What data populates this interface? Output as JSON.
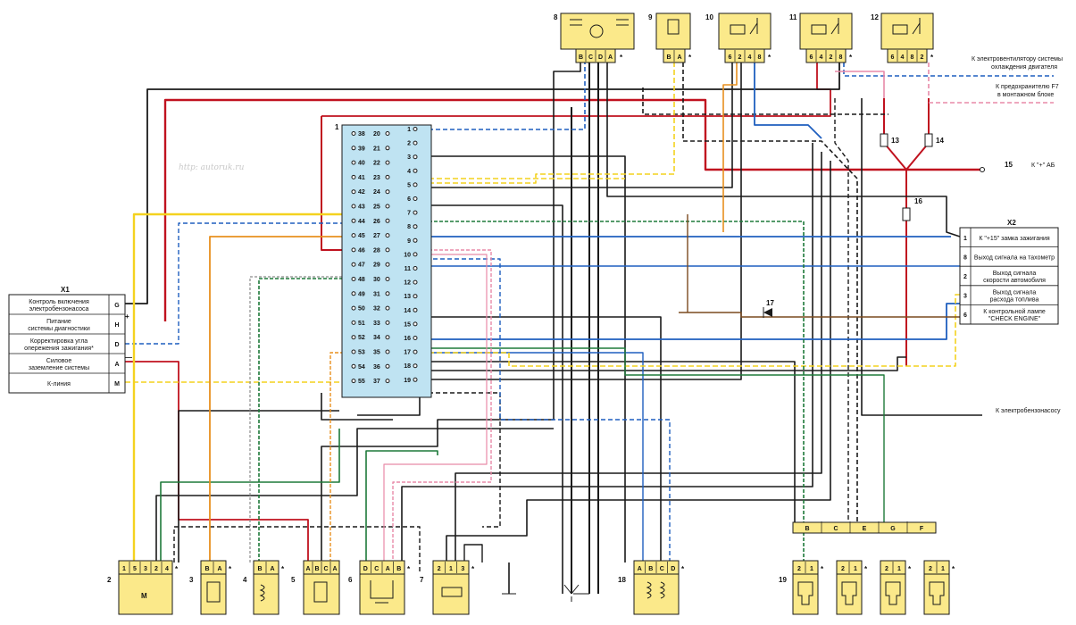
{
  "watermark": "http: autoruk.ru",
  "components": {
    "c1": "1",
    "c2": "2",
    "c3": "3",
    "c4": "4",
    "c5": "5",
    "c6": "6",
    "c7": "7",
    "c8": "8",
    "c9": "9",
    "c10": "10",
    "c11": "11",
    "c12": "12",
    "c13": "13",
    "c14": "14",
    "c15": "15",
    "c16": "16",
    "c17": "17",
    "c18": "18",
    "c19": "19"
  },
  "motor_label": "M",
  "asterisk": "*",
  "plus": "+",
  "minus": "—",
  "right_labels": {
    "fan": [
      "К электровентилятору системы",
      "охлаждения двигателя"
    ],
    "fuse": [
      "К предохранителю F7",
      "в монтажном блоке"
    ],
    "battery": "К \"+\" АБ",
    "fuel_pump": "К электробензонасосу"
  },
  "x1": {
    "title": "X1",
    "rows": [
      {
        "text": [
          "Контроль включения",
          "электробензонасоса"
        ],
        "pin": "G"
      },
      {
        "text": [
          "Питание",
          "системы диагностики"
        ],
        "pin": "H"
      },
      {
        "text": [
          "Корректировка угла",
          "опережения зажигания*"
        ],
        "pin": "D"
      },
      {
        "text": [
          "Силовое",
          "заземление системы"
        ],
        "pin": "A"
      },
      {
        "text": [
          "К-линия"
        ],
        "pin": "M"
      }
    ]
  },
  "x2": {
    "title": "X2",
    "rows": [
      {
        "pin": "1",
        "text": [
          "К \"+15\" замка зажигания"
        ]
      },
      {
        "pin": "8",
        "text": [
          "Выход сигнала на тахометр"
        ]
      },
      {
        "pin": "2",
        "text": [
          "Выход сигнала",
          "скорости автомобиля"
        ]
      },
      {
        "pin": "3",
        "text": [
          "Выход сигнала",
          "расхода топлива"
        ]
      },
      {
        "pin": "6",
        "text": [
          "К контрольной лампе",
          "\"CHECK ENGINE\""
        ]
      }
    ]
  },
  "ecu_pins": {
    "left": [
      "38",
      "39",
      "40",
      "41",
      "42",
      "43",
      "44",
      "45",
      "46",
      "47",
      "48",
      "49",
      "50",
      "51",
      "52",
      "53",
      "54",
      "55"
    ],
    "middle": [
      "20",
      "21",
      "22",
      "23",
      "24",
      "25",
      "26",
      "27",
      "28",
      "29",
      "30",
      "31",
      "32",
      "33",
      "34",
      "35",
      "36",
      "37"
    ],
    "right": [
      "1",
      "2",
      "3",
      "4",
      "5",
      "6",
      "7",
      "8",
      "9",
      "10",
      "11",
      "12",
      "13",
      "14",
      "15",
      "16",
      "17",
      "18",
      "19"
    ]
  },
  "connectors": {
    "c8": [
      "B",
      "C",
      "D",
      "A"
    ],
    "c9": [
      "B",
      "A"
    ],
    "c10": [
      "6",
      "2",
      "4",
      "8"
    ],
    "c11": [
      "6",
      "4",
      "2",
      "8"
    ],
    "c12": [
      "6",
      "4",
      "8",
      "2"
    ],
    "c2": [
      "1",
      "5",
      "3",
      "2",
      "4"
    ],
    "c3": [
      "B",
      "A"
    ],
    "c4": [
      "B",
      "A"
    ],
    "c5": [
      "A",
      "B",
      "C",
      "A"
    ],
    "c6": [
      "D",
      "C",
      "A",
      "B"
    ],
    "c7": [
      "2",
      "1",
      "3"
    ],
    "c18": [
      "A",
      "B",
      "C",
      "D"
    ],
    "c19": [
      "2",
      "1"
    ],
    "c19b": [
      "2",
      "1"
    ],
    "c19c": [
      "2",
      "1"
    ],
    "c19d": [
      "2",
      "1"
    ],
    "bus": [
      "B",
      "C",
      "E",
      "G",
      "F"
    ]
  },
  "colors": {
    "red": "#c0121f",
    "blue": "#1f5fbf",
    "yellow": "#f4d21f",
    "green": "#1e7a3a",
    "black": "#1a1a1a",
    "pink": "#e88aa8",
    "orange": "#e8901f",
    "grey": "#8a8a8a",
    "brown": "#7a4a1e",
    "ecu_fill": "#bfe3f2",
    "yellow_fill": "#fbe98a"
  }
}
